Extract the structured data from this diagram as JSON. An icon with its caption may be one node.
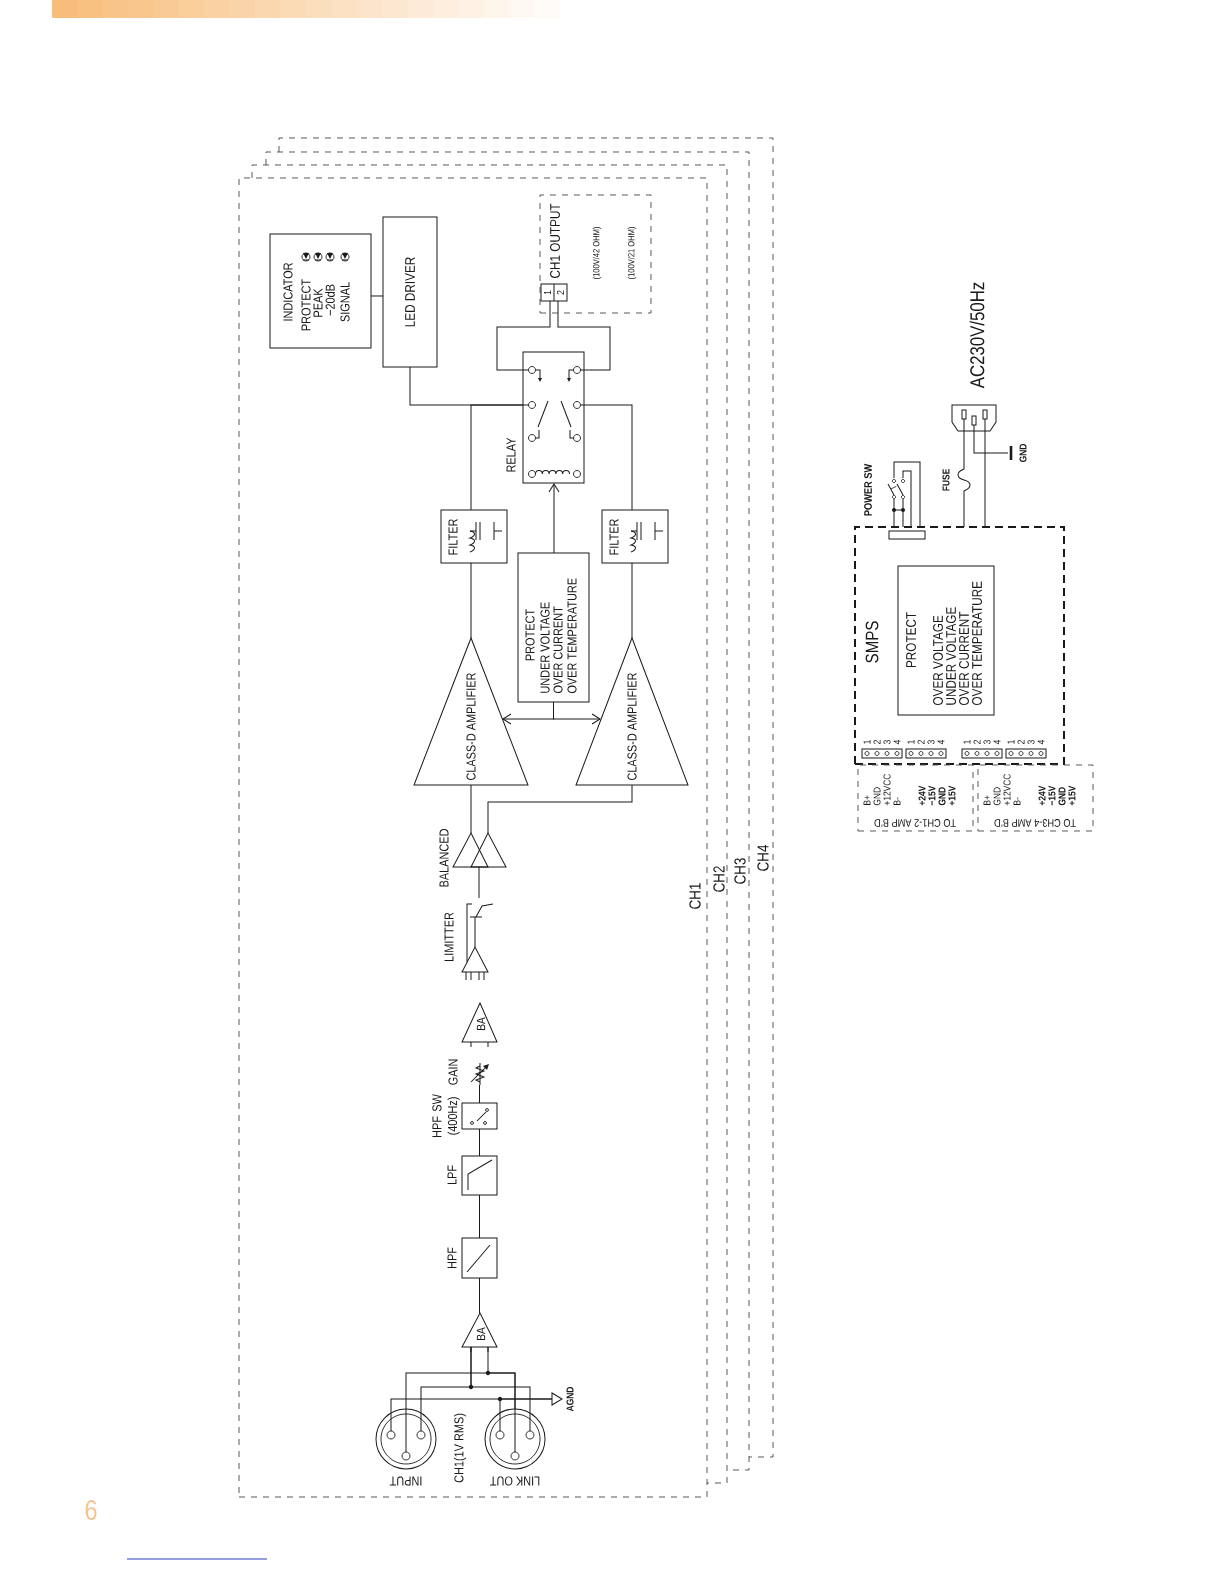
{
  "diagram": {
    "nodes": [
      {
        "text": [
          "CH1"
        ]
      },
      {
        "text": [
          "INPUT"
        ],
        "in": 0
      },
      {
        "text": [
          "LINK OUT"
        ],
        "in": 0
      },
      {
        "text": [
          "AGND"
        ],
        "in": 0
      },
      {
        "text": [
          "BA"
        ],
        "in": 0
      },
      {
        "text": [
          "HPF"
        ],
        "in": 0
      },
      {
        "text": [
          "LPF"
        ],
        "in": 0
      },
      {
        "text": [
          "HPF SW (400Hz)"
        ],
        "in": 0
      },
      {
        "text": [
          "GAIN"
        ],
        "in": 0
      },
      {
        "text": [
          "BA"
        ],
        "in": 0
      },
      {
        "text": [
          "LIMITTER"
        ],
        "in": 0
      },
      {
        "text": [
          "BALANCED"
        ],
        "in": 0
      },
      {
        "text": [
          "CLASS-D AMPLIFIER"
        ],
        "in": 0
      },
      {
        "text": [
          "CLASS-D AMPLIFIER"
        ],
        "in": 0
      },
      {
        "text": [
          "PROTECT",
          "UNDER VOLTAGE",
          "OVER CURRENT",
          "OVER TEMPERATURE"
        ],
        "in": 0
      },
      {
        "text": [
          "FILTER"
        ],
        "in": 0
      },
      {
        "text": [
          "FILTER"
        ],
        "in": 0
      },
      {
        "text": [
          "RELAY"
        ],
        "in": 0
      },
      {
        "text": [
          "LED DRIVER"
        ],
        "in": 0
      },
      {
        "text": [
          "INDICATOR",
          "PROTECT",
          "PEAK",
          "−20dB",
          "SIGNAL"
        ],
        "in": 0
      },
      {
        "text": [
          "CH1 OUTPUT",
          "(100V/42 OHM)",
          "(100V/21 OHM)"
        ],
        "in": 0
      },
      {
        "text": [
          "SMPS"
        ]
      },
      {
        "text": [
          "PROTECT",
          "OVER VOLTAGE",
          "UNDER VOLTAGE",
          "OVER CURRENT",
          "OVER TEMPERATURE"
        ],
        "in": 21
      },
      {
        "text": [
          "POWER SW"
        ]
      },
      {
        "text": [
          "FUSE"
        ]
      },
      {
        "text": [
          "AC230V/50Hz"
        ]
      },
      {
        "text": [
          "GND"
        ]
      },
      {
        "text": [
          "B+",
          "GND",
          "+12VCC",
          "B-",
          "+24V",
          "−15V",
          "GND",
          "+15V",
          "TO CH1-2 AMP B'D"
        ]
      },
      {
        "text": [
          "B+",
          "GND",
          "+12VCC",
          "B-",
          "+24V",
          "−15V",
          "GND",
          "+15V",
          "TO CH3-4 AMP B'D"
        ]
      }
    ],
    "edges": [
      {
        "from": 1,
        "to": 4,
        "arrow": "none"
      },
      {
        "from": 2,
        "to": 4,
        "arrow": "none"
      },
      {
        "from": 1,
        "to": 2,
        "arrow": "none"
      },
      {
        "from": 2,
        "to": 4,
        "arrow": "none"
      },
      {
        "from": 1,
        "to": 3,
        "arrow": "none"
      },
      {
        "from": 2,
        "to": 3,
        "arrow": "none"
      },
      {
        "from": 4,
        "to": 5,
        "arrow": "none"
      },
      {
        "from": 5,
        "to": 6,
        "arrow": "none"
      },
      {
        "from": 6,
        "to": 7,
        "arrow": "none"
      },
      {
        "from": 7,
        "to": 8,
        "arrow": "none"
      },
      {
        "from": 10,
        "to": 11,
        "arrow": "none"
      },
      {
        "from": 11,
        "to": 12,
        "arrow": "none"
      },
      {
        "from": 11,
        "to": 13,
        "arrow": "none"
      },
      {
        "from": 12,
        "to": 15,
        "arrow": "none"
      },
      {
        "from": 13,
        "to": 16,
        "arrow": "none"
      },
      {
        "from": 14,
        "to": 12,
        "arrow": "to"
      },
      {
        "from": 14,
        "to": 13,
        "arrow": "to"
      },
      {
        "from": 15,
        "to": 17,
        "arrow": "none"
      },
      {
        "from": 18,
        "to": 17,
        "arrow": "none"
      },
      {
        "from": 16,
        "to": 17,
        "arrow": "none"
      },
      {
        "from": 17,
        "to": 20,
        "arrow": "none"
      },
      {
        "from": 17,
        "to": 20,
        "arrow": "none"
      },
      {
        "from": 14,
        "to": 17,
        "arrow": "to"
      },
      {
        "from": 19,
        "to": 18,
        "arrow": "none"
      },
      {
        "from": 25,
        "to": 24,
        "arrow": "none"
      },
      {
        "from": 24,
        "to": 21,
        "arrow": "none"
      },
      {
        "from": 25,
        "to": 21,
        "arrow": "none"
      },
      {
        "from": 25,
        "to": 26,
        "arrow": "none"
      },
      {
        "from": 23,
        "to": 21,
        "arrow": "none"
      },
      {
        "from": 23,
        "to": 21,
        "arrow": "none"
      }
    ],
    "labels": [
      "CH2",
      "CH3",
      "CH4",
      "1",
      "2",
      "1",
      "2",
      "3",
      "4",
      "1",
      "2",
      "3",
      "4",
      "1",
      "2",
      "3",
      "4",
      "1",
      "2",
      "3",
      "4",
      "CH1(1V RMS)",
      "6"
    ]
  }
}
